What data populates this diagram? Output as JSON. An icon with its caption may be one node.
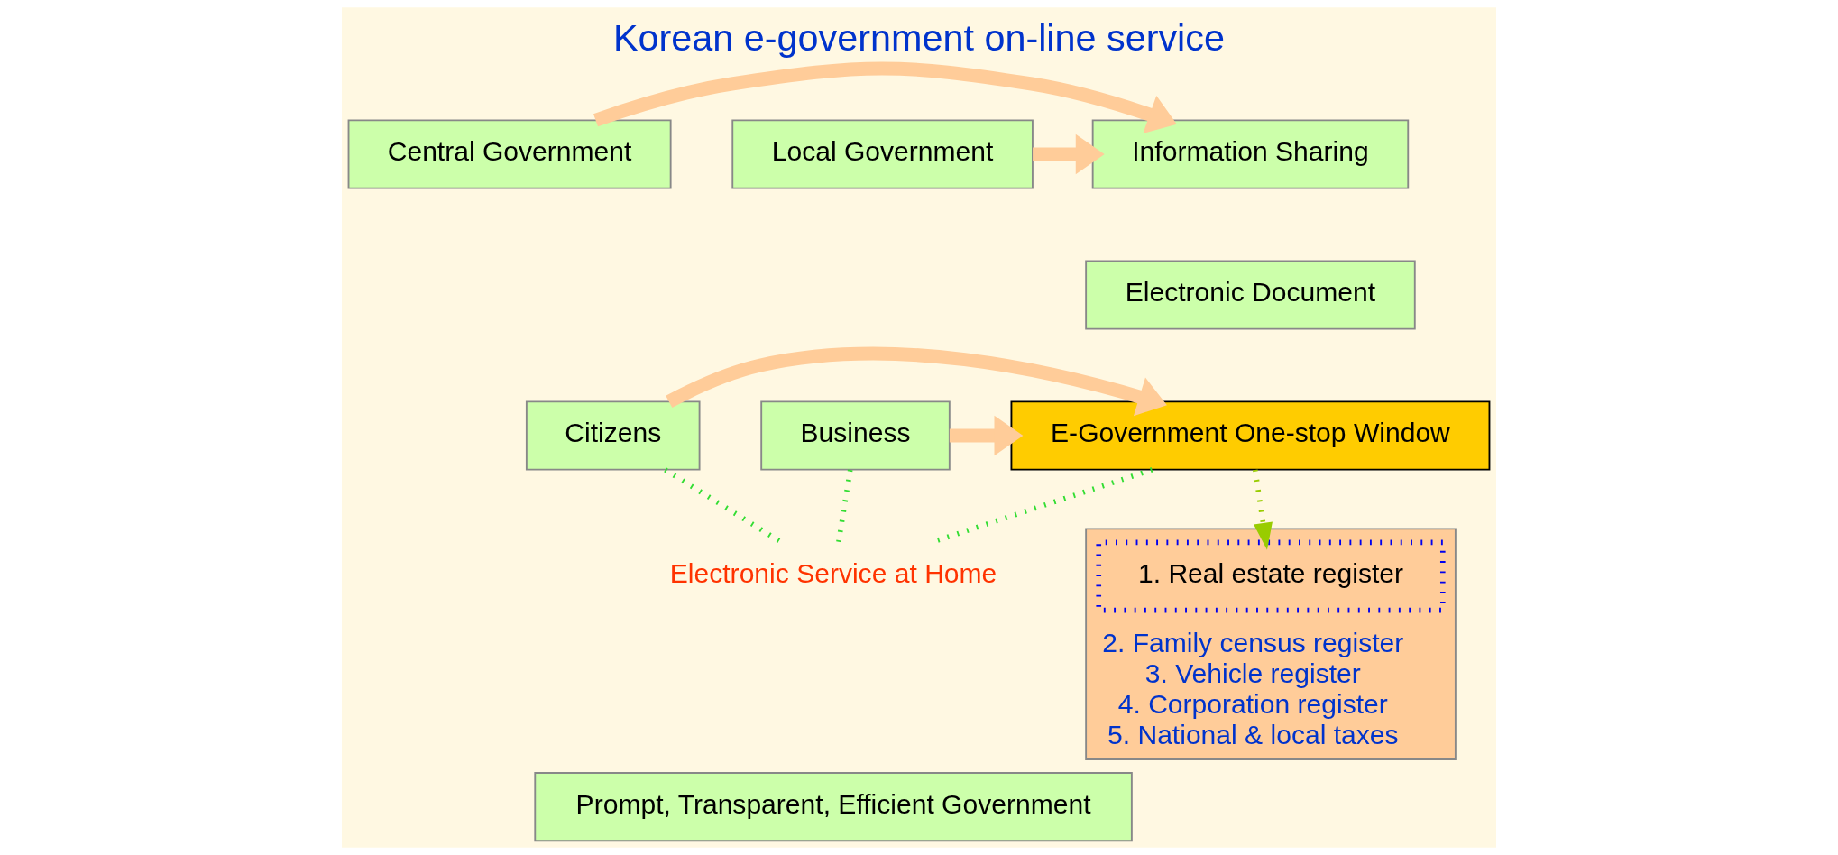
{
  "diagram": {
    "title": "Korean e-government on-line service",
    "nodes": [
      {
        "text": [
          "Central Government"
        ]
      },
      {
        "text": [
          "Information Sharing"
        ]
      },
      {
        "text": [
          "Electronic Document"
        ]
      },
      {
        "text": [
          "E-Government One-stop Window"
        ]
      },
      {
        "text": [
          "Local Government"
        ]
      },
      {
        "text": [
          "Citizens"
        ]
      },
      {
        "text": [
          "Business"
        ]
      },
      {
        "text": [
          "Electronic Service at Home"
        ]
      },
      {
        "text": [
          "2. Family census register",
          "3. Vehicle register",
          "4. Corporation register",
          "5. National & local taxes"
        ]
      },
      {
        "text": [
          "1. Real estate register"
        ],
        "in": 8
      },
      {
        "text": [
          "Prompt, Transparent, Efficient Government"
        ]
      }
    ],
    "edges": [
      {
        "from": 0,
        "to": 1,
        "arrow": "to",
        "style": "thick"
      },
      {
        "from": 4,
        "to": 1,
        "arrow": "to",
        "style": "thick"
      },
      {
        "from": 5,
        "to": 3,
        "arrow": "to",
        "style": "thick"
      },
      {
        "from": 6,
        "to": 3,
        "arrow": "to",
        "style": "thick"
      },
      {
        "from": 5,
        "to": 7,
        "arrow": "none",
        "style": "dashed",
        "color": "#33dd33"
      },
      {
        "from": 3,
        "to": 7,
        "arrow": "none",
        "style": "dashed",
        "color": "#33dd33"
      },
      {
        "from": 6,
        "to": 7,
        "arrow": "none",
        "style": "dashed",
        "color": "#33dd33"
      },
      {
        "from": 3,
        "to": 9,
        "arrow": "to",
        "style": "dashed",
        "color": "#99cc00"
      }
    ]
  }
}
